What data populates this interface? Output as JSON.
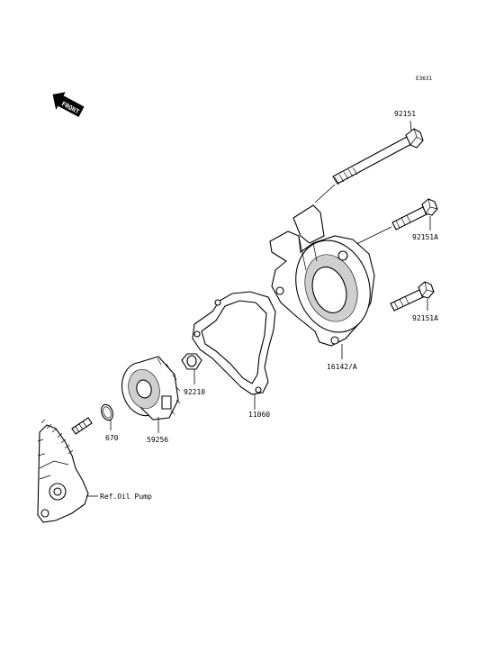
{
  "figure_code": "E3631",
  "front_label": "FRONT",
  "parts": {
    "bolt_long": "92151",
    "bolt_upper": "92151A",
    "bolt_lower": "92151A",
    "cover": "16142/A",
    "gasket": "11060",
    "nut": "92210",
    "impeller": "59256",
    "oring": "670",
    "ref": "Ref.Oil Pump"
  }
}
